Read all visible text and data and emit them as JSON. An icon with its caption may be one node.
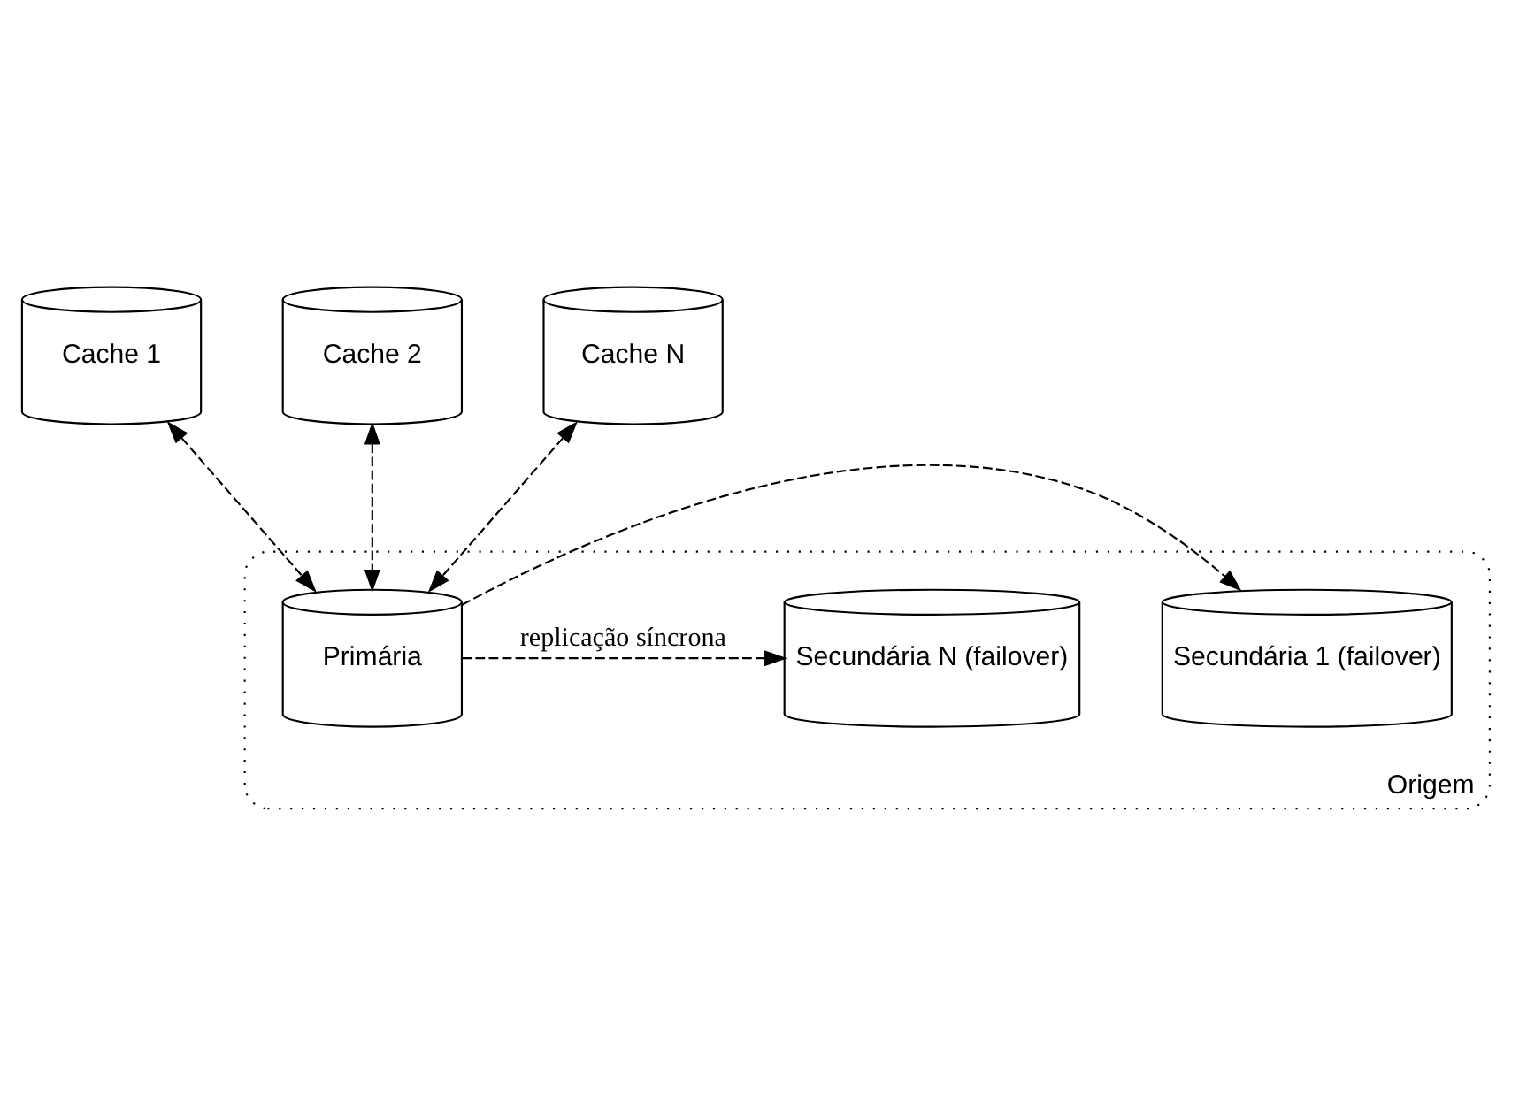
{
  "diagram": {
    "nodes": [
      {
        "text": [
          "Origem"
        ]
      },
      {
        "text": [
          "Cache 1"
        ]
      },
      {
        "text": [
          "Cache 2"
        ]
      },
      {
        "text": [
          "Cache N"
        ]
      },
      {
        "text": [
          "Primária"
        ],
        "in": 0
      },
      {
        "text": [
          "Secundária 1 (failover)"
        ],
        "in": 0
      },
      {
        "text": [
          "Secundária N (failover)"
        ],
        "in": 0
      }
    ],
    "edges": [
      {
        "from": 1,
        "to": 4,
        "arrow": "both",
        "style": "dashed"
      },
      {
        "from": 2,
        "to": 4,
        "arrow": "both",
        "style": "dashed"
      },
      {
        "from": 3,
        "to": 4,
        "arrow": "both",
        "style": "dashed"
      },
      {
        "from": 4,
        "to": 5,
        "arrow": "to",
        "style": "dashed"
      },
      {
        "from": 4,
        "to": 6,
        "arrow": "to",
        "style": "dashed",
        "label": "replicação síncrona"
      }
    ]
  }
}
